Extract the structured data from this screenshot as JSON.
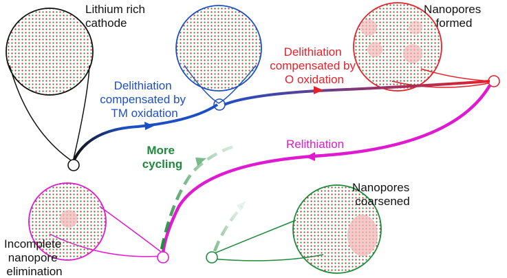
{
  "colors": {
    "black": "#111111",
    "blue": "#1d4fc4",
    "red": "#e8202a",
    "magenta": "#e01ad0",
    "green": "#1e8a3a",
    "dot_red": "#d41e2a",
    "dot_green": "#2a8a3a",
    "pore_pink": "#f3b8b8"
  },
  "labels": {
    "lithium_rich": [
      "Lithium rich",
      "cathode"
    ],
    "deli_tm": [
      "Delithiation",
      "compensated by",
      "TM oxidation"
    ],
    "deli_o": [
      "Delithiation",
      "compensated by",
      "O oxidation"
    ],
    "nanopores_formed": [
      "Nanopores",
      "formed"
    ],
    "relithiation": [
      "Relithiation"
    ],
    "more_cycling": [
      "More",
      "cycling"
    ],
    "nanopores_coarsened": [
      "Nanopores",
      "coarsened"
    ],
    "incomplete": [
      "Incomplete",
      "nanopore",
      "elimination"
    ]
  }
}
